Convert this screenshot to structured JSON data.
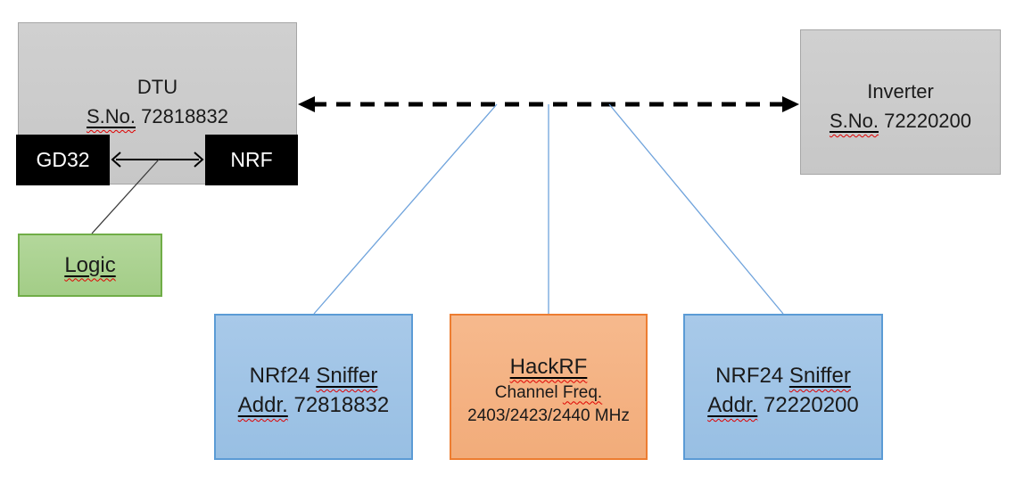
{
  "diagram": {
    "dtu": {
      "title": "DTU",
      "serial_label": "S.No.",
      "serial_value": "72818832",
      "gd32_label": "GD32",
      "nrf_label": "NRF"
    },
    "logic": {
      "label": "Logic"
    },
    "inverter": {
      "title": "Inverter",
      "serial_label": "S.No.",
      "serial_value": "72220200"
    },
    "sniffer_left": {
      "name": "NRf24",
      "name_marked": "Sniffer",
      "addr_label": "Addr.",
      "addr_value": "72818832"
    },
    "hackrf": {
      "title": "HackRF",
      "channel_label": "Channel",
      "freq_label": "Freq.",
      "frequencies": "2403/2423/2440 MHz"
    },
    "sniffer_right": {
      "name": "NRF24",
      "name_marked": "Sniffer",
      "addr_label": "Addr.",
      "addr_value": "72220200"
    },
    "connections": [
      {
        "from": "DTU",
        "to": "Inverter",
        "style": "dashed-double-arrow"
      },
      {
        "from": "GD32",
        "to": "NRF",
        "style": "solid-double-arrow"
      },
      {
        "from": "GD32-NRF link",
        "to": "Logic",
        "style": "thin-line"
      },
      {
        "from": "DTU-Inverter radio link",
        "to": "NRf24 Sniffer Addr. 72818832",
        "style": "thin-blue-line"
      },
      {
        "from": "DTU-Inverter radio link",
        "to": "HackRF",
        "style": "thin-blue-line"
      },
      {
        "from": "DTU-Inverter radio link",
        "to": "NRF24 Sniffer Addr. 72220200",
        "style": "thin-blue-line"
      }
    ],
    "colors": {
      "gray_fill": "#c9c9c9",
      "gray_border": "#a6a6a6",
      "black_fill": "#000000",
      "green_fill": "#a9d18e",
      "green_border": "#70ad47",
      "blue_fill": "#9dc3e6",
      "blue_border": "#5b9bd5",
      "orange_fill": "#f4b183",
      "orange_border": "#ed7d31",
      "connector_blue": "#6fa3dc",
      "line_dark": "#3a3a3a",
      "arrow_black": "#000000",
      "squiggle_red": "#e00000"
    }
  }
}
